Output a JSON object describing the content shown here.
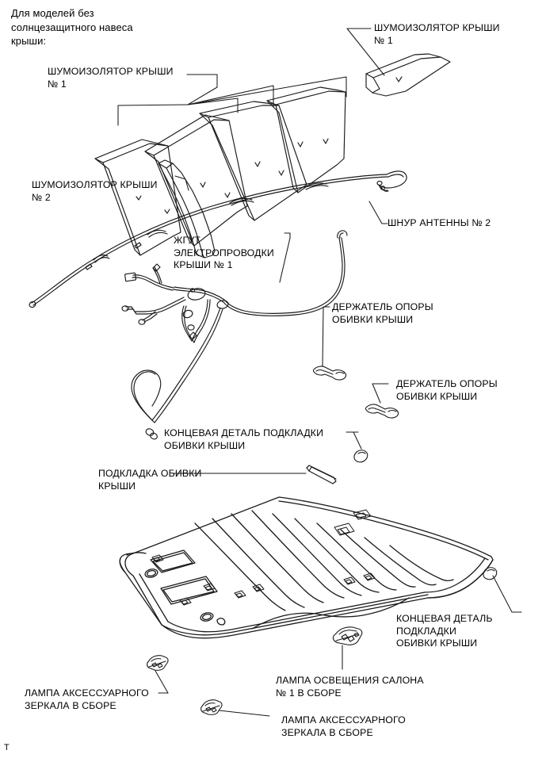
{
  "document": {
    "intro_note": "Для моделей без\nсолнцезащитного навеса\nкрыши:",
    "footer_mark": "T"
  },
  "labels": {
    "roof_insulator_1_left": "ШУМОИЗОЛЯТОР КРЫШИ\n№ 1",
    "roof_insulator_1_right": "ШУМОИЗОЛЯТОР КРЫШИ\n№ 1",
    "roof_insulator_2": "ШУМОИЗОЛЯТОР КРЫШИ\n№ 2",
    "roof_wire_harness_1": "ЖГУТ\nЭЛЕКТРОПРОВОДКИ\nКРЫШИ № 1",
    "antenna_cord_2": "ШНУР АНТЕННЫ № 2",
    "headlining_support_retainer_top": "ДЕРЖАТЕЛЬ ОПОРЫ\nОБИВКИ КРЫШИ",
    "headlining_support_retainer_bottom": "ДЕРЖАТЕЛЬ ОПОРЫ\nОБИВКИ КРЫШИ",
    "roof_headlining_pad_end_top": "КОНЦЕВАЯ ДЕТАЛЬ ПОДКЛАДКИ\nОБИВКИ КРЫШИ",
    "roof_headlining_pad": "ПОДКЛАДКА ОБИВКИ\nКРЫШИ",
    "roof_headlining_pad_end_right": "КОНЦЕВАЯ ДЕТАЛЬ\nПОДКЛАДКИ\nОБИВКИ КРЫШИ",
    "vanity_lamp_left": "ЛАМПА АКСЕССУАРНОГО\nЗЕРКАЛА В СБОРЕ",
    "interior_lamp_1": "ЛАМПА ОСВЕЩЕНИЯ САЛОНА\n№ 1 В СБОРЕ",
    "vanity_lamp_right": "ЛАМПА АКСЕССУАРНОГО\nЗЕРКАЛА В СБОРЕ"
  },
  "parts": {
    "roof_insulator_no1_panels_count": 4,
    "roof_insulator_no2_count": 1,
    "roof_insulator_no1_detached_count": 1,
    "support_retainer_count": 2,
    "pad_end_piece_count": 2,
    "pad_strip_count": 1,
    "vanity_lamp_count": 2,
    "interior_lamp_count": 1,
    "headlining_count": 1,
    "wire_harness_count": 1,
    "antenna_cord_count": 1
  },
  "style": {
    "line_color": "#1a1a1a",
    "fill_color": "#ffffff",
    "text_color": "#000000",
    "background": "#ffffff"
  }
}
